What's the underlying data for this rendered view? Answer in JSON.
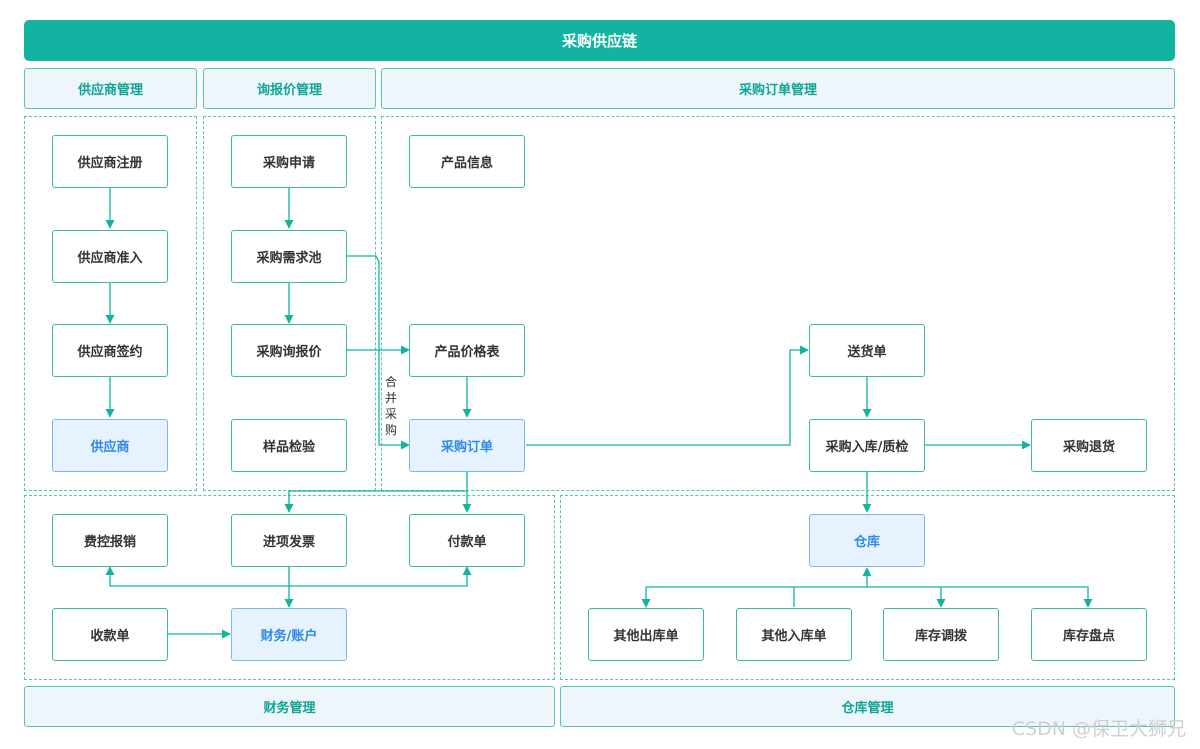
{
  "title": "采购供应链",
  "sections": {
    "supplier_mgmt": "供应商管理",
    "inquiry_mgmt": "询报价管理",
    "po_mgmt": "采购订单管理",
    "finance_mgmt": "财务管理",
    "warehouse_mgmt": "仓库管理"
  },
  "nodes": {
    "supplier_register": "供应商注册",
    "supplier_admit": "供应商准入",
    "supplier_sign": "供应商签约",
    "supplier": "供应商",
    "purchase_request": "采购申请",
    "demand_pool": "采购需求池",
    "inquiry_quote": "采购询报价",
    "sample_inspection": "样品检验",
    "product_info": "产品信息",
    "price_list": "产品价格表",
    "purchase_order": "采购订单",
    "delivery_note": "送货单",
    "inbound_qc": "采购入库/质检",
    "purchase_return": "采购退货",
    "expense_claim": "费控报销",
    "input_invoice": "进项发票",
    "payment_order": "付款单",
    "receipt_order": "收款单",
    "finance_account": "财务/账户",
    "warehouse": "仓库",
    "other_outbound": "其他出库单",
    "other_inbound": "其他入库单",
    "stock_transfer": "库存调拨",
    "stock_count": "库存盘点"
  },
  "edge_label_merge": "合并采购",
  "watermark": "CSDN @保卫大狮兄",
  "colors": {
    "accent": "#12b3a1",
    "border": "#55c5b7",
    "highlight_fill": "#e6f2fd",
    "highlight_text": "#2d8ae6"
  }
}
